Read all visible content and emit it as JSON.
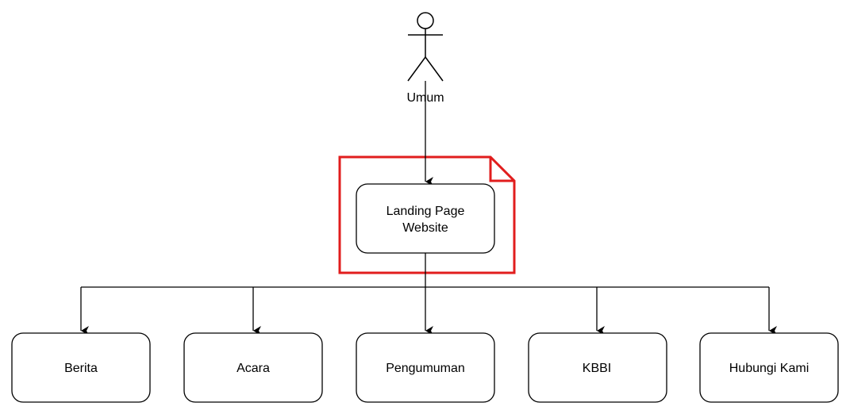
{
  "actor": {
    "label": "Umum",
    "icon": "stick-figure-actor-icon"
  },
  "highlight": {
    "color": "#e11d1d",
    "icon": "note-shape-icon"
  },
  "main_node": {
    "line1": "Landing Page",
    "line2": "Website"
  },
  "children": [
    {
      "label": "Berita"
    },
    {
      "label": "Acara"
    },
    {
      "label": "Pengumuman"
    },
    {
      "label": "KBBI"
    },
    {
      "label": "Hubungi Kami"
    }
  ],
  "colors": {
    "stroke": "#000000",
    "highlight": "#e11d1d",
    "background": "#ffffff"
  }
}
